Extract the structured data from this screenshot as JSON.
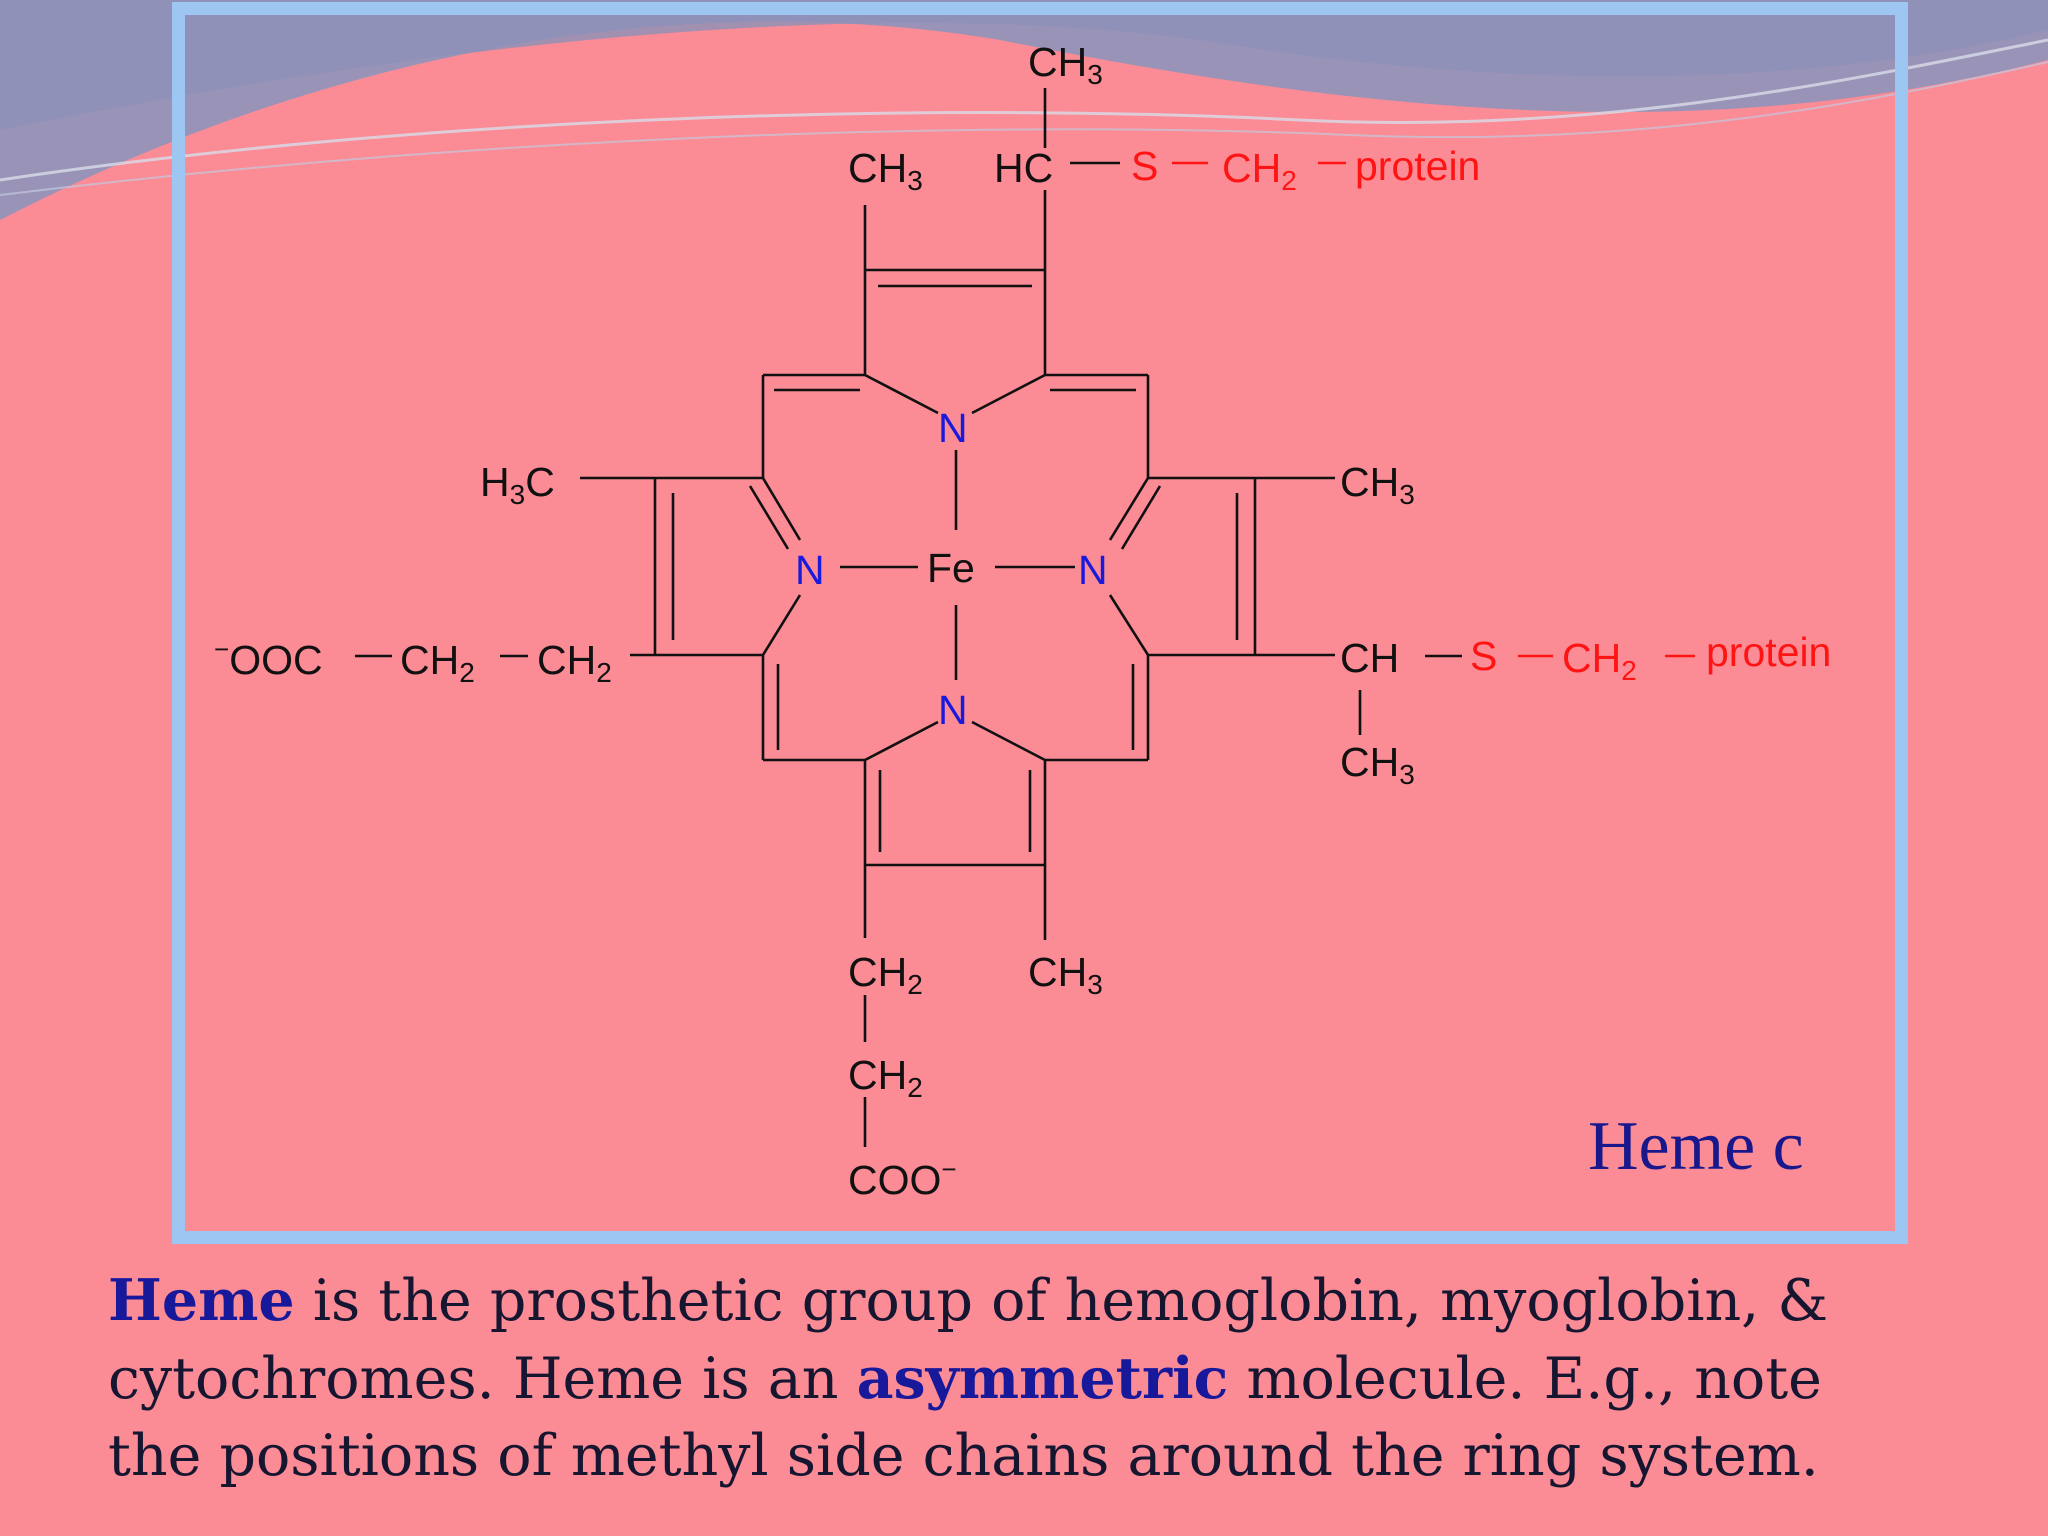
{
  "diagram": {
    "title": "Heme c",
    "atoms": {
      "top_ch3": "CH",
      "top_ch3_sub": "3",
      "top_left_ch3": "CH",
      "top_left_ch3_sub": "3",
      "top_hc": "HC",
      "top_s": "S",
      "top_ch2": "CH",
      "top_ch2_sub": "2",
      "top_protein": "protein",
      "n_top": "N",
      "n_left": "N",
      "n_right": "N",
      "n_bottom": "N",
      "fe": "Fe",
      "left_h3c_h": "H",
      "left_h3c_sub": "3",
      "left_h3c_c": "C",
      "right_ch3": "CH",
      "right_ch3_sub": "3",
      "left_charge": "−",
      "left_ooc": "OOC",
      "left_ch2a": "CH",
      "left_ch2a_sub": "2",
      "left_ch2b": "CH",
      "left_ch2b_sub": "2",
      "right_ch": "CH",
      "right_s": "S",
      "right_ch2": "CH",
      "right_ch2_sub": "2",
      "right_protein": "protein",
      "right_ch3_low": "CH",
      "right_ch3_low_sub": "3",
      "bottom_ch2a": "CH",
      "bottom_ch2a_sub": "2",
      "bottom_ch3": "CH",
      "bottom_ch3_sub": "3",
      "bottom_ch2b": "CH",
      "bottom_ch2b_sub": "2",
      "bottom_coo": "COO",
      "bottom_charge": "−"
    }
  },
  "caption": {
    "kw1": "Heme",
    "part1": " is the prosthetic group of hemoglobin, myoglobin, &",
    "part2": "cytochromes.  Heme is an ",
    "kw2": "asymmetric",
    "part3": " molecule. E.g., note",
    "part4": "the positions of methyl side chains around the ring system."
  },
  "colors": {
    "background": "#fb8b95",
    "frame": "#9ec6f2",
    "nitrogen": "#1a1adc",
    "thioether": "#ff1414",
    "keyword": "#18189a"
  }
}
